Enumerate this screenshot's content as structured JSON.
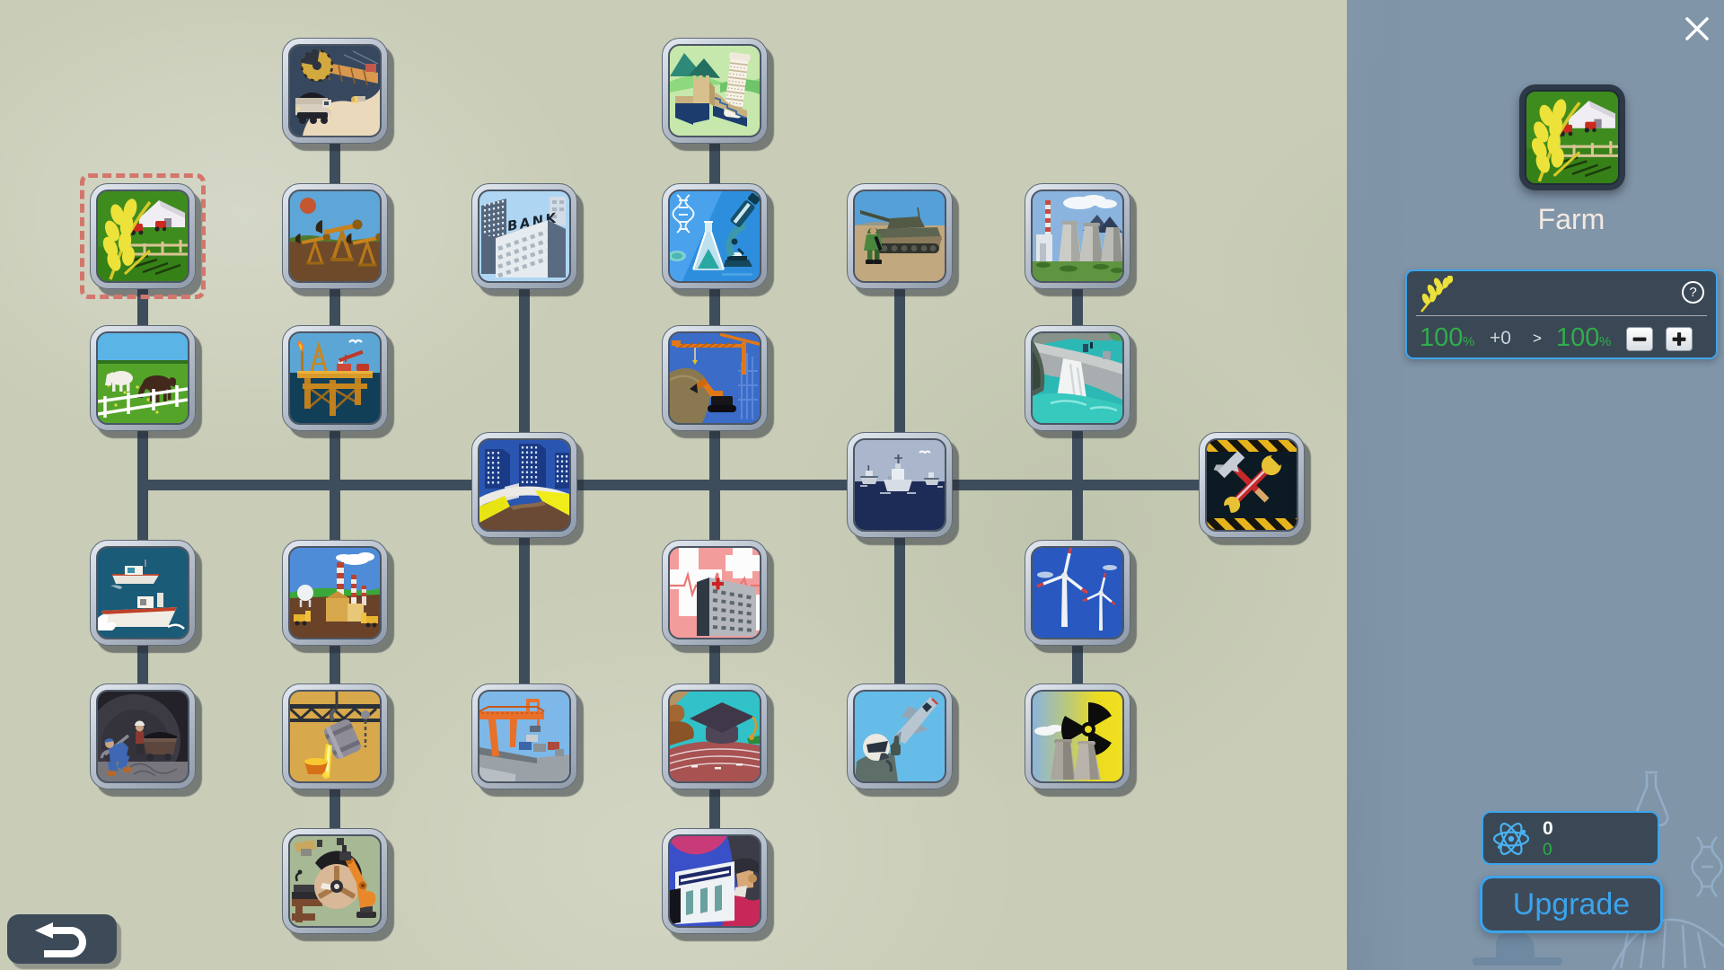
{
  "tree": {
    "selected": "farm",
    "nodes": [
      {
        "id": "surface-mining",
        "col": 1,
        "row": 0
      },
      {
        "id": "landmarks",
        "col": 3,
        "row": 0
      },
      {
        "id": "farm",
        "col": 0,
        "row": 1
      },
      {
        "id": "oil-pumps",
        "col": 1,
        "row": 1
      },
      {
        "id": "bank",
        "col": 2,
        "row": 1
      },
      {
        "id": "science-lab",
        "col": 3,
        "row": 1
      },
      {
        "id": "army-tank",
        "col": 4,
        "row": 1
      },
      {
        "id": "power-plant",
        "col": 5,
        "row": 1
      },
      {
        "id": "ranch",
        "col": 0,
        "row": 2
      },
      {
        "id": "oil-platform",
        "col": 1,
        "row": 2
      },
      {
        "id": "construction",
        "col": 3,
        "row": 2
      },
      {
        "id": "hydro-dam",
        "col": 5,
        "row": 2
      },
      {
        "id": "city",
        "col": 2,
        "row": 3
      },
      {
        "id": "navy-fleet",
        "col": 4,
        "row": 3
      },
      {
        "id": "workshop",
        "col": 6,
        "row": 3
      },
      {
        "id": "fishing",
        "col": 0,
        "row": 4
      },
      {
        "id": "factory",
        "col": 1,
        "row": 4
      },
      {
        "id": "hospital",
        "col": 3,
        "row": 4
      },
      {
        "id": "wind-power",
        "col": 5,
        "row": 4
      },
      {
        "id": "coal-mining",
        "col": 0,
        "row": 5
      },
      {
        "id": "steel-foundry",
        "col": 1,
        "row": 5
      },
      {
        "id": "port",
        "col": 2,
        "row": 5
      },
      {
        "id": "education",
        "col": 3,
        "row": 5
      },
      {
        "id": "fighter-jet",
        "col": 4,
        "row": 5
      },
      {
        "id": "nuclear-power",
        "col": 5,
        "row": 5
      },
      {
        "id": "robotics",
        "col": 1,
        "row": 6
      },
      {
        "id": "culture",
        "col": 3,
        "row": 6
      }
    ],
    "links": {
      "verticals": [
        [
          "farm",
          "coal-mining"
        ],
        [
          "surface-mining",
          "robotics"
        ],
        [
          "bank",
          "port"
        ],
        [
          "landmarks",
          "culture"
        ],
        [
          "army-tank",
          "fighter-jet"
        ],
        [
          "power-plant",
          "nuclear-power"
        ]
      ],
      "horizontal": {
        "from": "farm",
        "to": "workshop"
      }
    }
  },
  "sidebar": {
    "title": "Farm",
    "close_icon": "close-icon",
    "stat_panel": {
      "resource_icon": "wheat-icon",
      "help_icon": "help-icon",
      "help_glyph": "?",
      "current_value": "100",
      "current_unit": "%",
      "delta": "+0",
      "arrow": ">",
      "next_value": "100",
      "next_unit": "%",
      "decrease_icon": "minus-icon",
      "increase_icon": "plus-icon"
    },
    "research_panel": {
      "atom_icon": "atom-icon",
      "points_available": "0",
      "points_cost": "0"
    },
    "upgrade_button": "Upgrade",
    "accent_color": "#3ba4ec",
    "value_color": "#2fae4a"
  },
  "toolbar": {
    "back_icon": "back-arrow-icon"
  }
}
